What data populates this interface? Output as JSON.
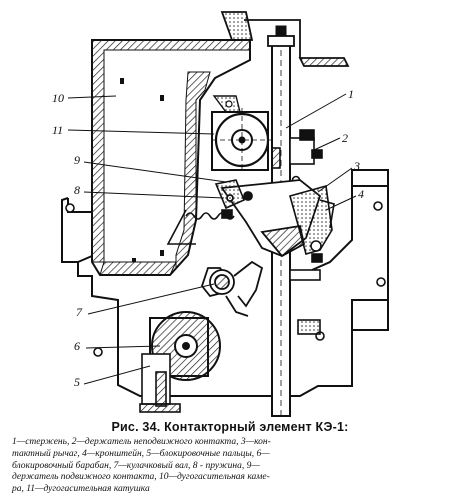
{
  "figure": {
    "callouts": [
      "1",
      "2",
      "3",
      "4",
      "5",
      "6",
      "7",
      "8",
      "9",
      "10",
      "11"
    ]
  },
  "caption": {
    "title": "Рис. 34. Контакторный элемент КЭ-1:",
    "lines": [
      "1—стержень, 2—держатель неподвижного контакта, 3—кон-",
      "тактный рычаг, 4—кронштейн, 5—блокировочные пальцы, 6—",
      "блокировочный барабан, 7—кулачковый вал, 8 - пружина, 9—",
      "держатель подвижного контакта, 10—дугогасительная каме-",
      "ра, 11—дугогасительная катушка"
    ]
  }
}
